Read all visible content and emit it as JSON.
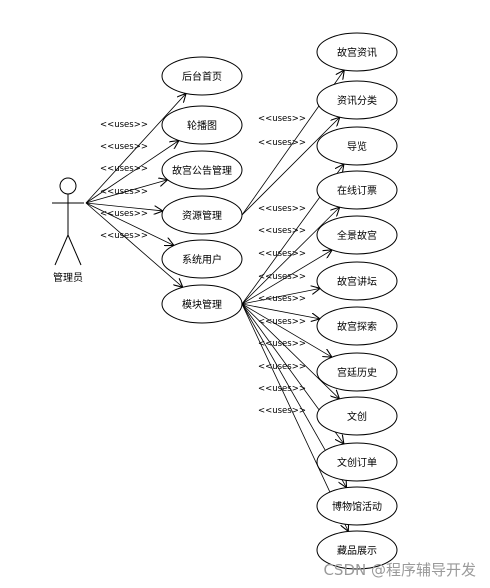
{
  "diagram": {
    "actor": {
      "label": "管理员"
    },
    "uses_label": "<<uses>>",
    "primary_use_cases": [
      {
        "id": "home",
        "label": "后台首页"
      },
      {
        "id": "carousel",
        "label": "轮播图"
      },
      {
        "id": "notice",
        "label": "故宫公告管理"
      },
      {
        "id": "resource",
        "label": "资源管理"
      },
      {
        "id": "sysuser",
        "label": "系统用户"
      },
      {
        "id": "module",
        "label": "模块管理"
      }
    ],
    "resource_children": [
      {
        "id": "news",
        "label": "故宫资讯"
      },
      {
        "id": "newscat",
        "label": "资讯分类"
      }
    ],
    "module_children": [
      {
        "id": "guide",
        "label": "导览"
      },
      {
        "id": "ticket",
        "label": "在线订票"
      },
      {
        "id": "panorama",
        "label": "全景故宫"
      },
      {
        "id": "forum",
        "label": "故宫讲坛"
      },
      {
        "id": "explore",
        "label": "故宫探索"
      },
      {
        "id": "history",
        "label": "宫廷历史"
      },
      {
        "id": "creative",
        "label": "文创"
      },
      {
        "id": "creativeorder",
        "label": "文创订单"
      },
      {
        "id": "museumevent",
        "label": "博物馆活动"
      },
      {
        "id": "collection",
        "label": "藏品展示"
      }
    ]
  },
  "watermark": "CSDN @程序辅导开发"
}
